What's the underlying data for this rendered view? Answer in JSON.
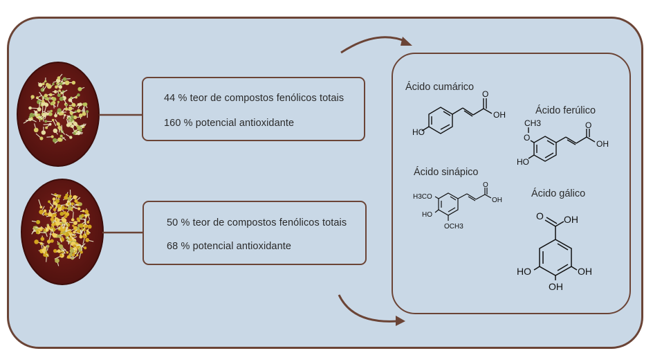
{
  "results": [
    {
      "phenolics": "44 % teor de compostos fenólicos totais",
      "antioxidant": "160 % potencial antioxidante"
    },
    {
      "phenolics": "50 % teor de compostos fenólicos totais",
      "antioxidant": "68 % potencial antioxidante"
    }
  ],
  "acids": {
    "coumaric": {
      "name": "Ácido cumárico",
      "labels": {
        "o": "O",
        "oh": "OH",
        "ho": "HO"
      }
    },
    "ferulic": {
      "name": "Ácido ferúlico",
      "labels": {
        "ch3": "CH3",
        "o_methoxy": "O",
        "o": "O",
        "oh": "OH",
        "ho": "HO"
      }
    },
    "sinapic": {
      "name": "Ácido sinápico",
      "labels": {
        "h3co": "H3CO",
        "o": "O",
        "oh": "OH",
        "ho": "HO",
        "och3": "OCH3"
      }
    },
    "gallic": {
      "name": "Ácido gálico",
      "labels": {
        "o": "O",
        "oh_acid": "OH",
        "ho": "HO",
        "oh_right": "OH",
        "oh_bottom": "OH"
      }
    }
  },
  "colors": {
    "frame_fill": "#c9d8e6",
    "border_brown": "#6b4436",
    "plate_red": "#6e1a16",
    "text": "#2a2a2a"
  }
}
